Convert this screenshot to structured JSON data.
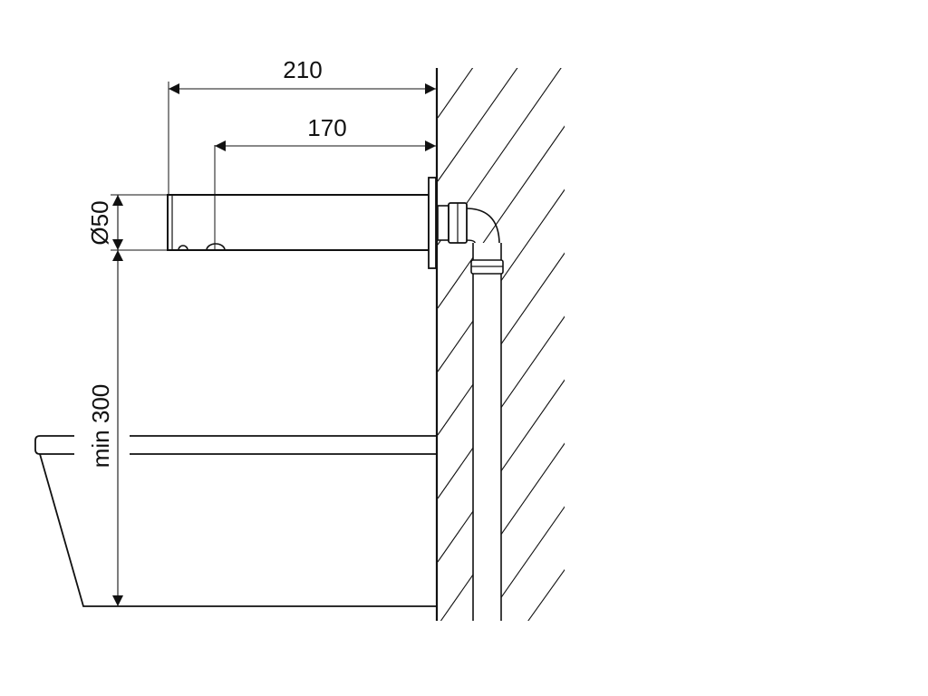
{
  "drawing": {
    "dimensions": {
      "overall_length": "210",
      "sensor_offset": "170",
      "diameter": "Ø50",
      "min_height": "min 300"
    },
    "colors": {
      "line": "#111111",
      "background": "#ffffff"
    }
  }
}
